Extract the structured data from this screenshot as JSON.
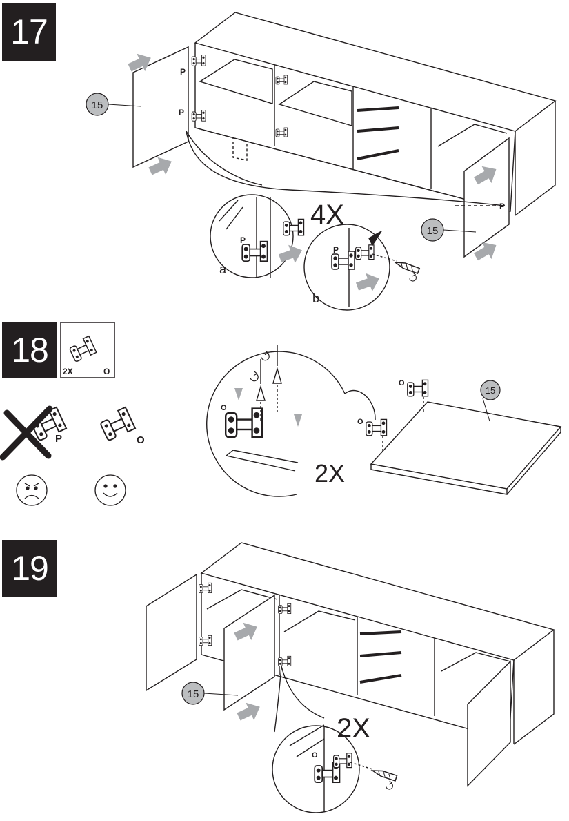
{
  "steps": [
    {
      "number": "17",
      "part_label": "15",
      "hinge_label": "P",
      "multiplier": "4X",
      "detail_a": "a",
      "detail_b": "b"
    },
    {
      "number": "18",
      "kit_quantity": "2X",
      "kit_label": "O",
      "wrong_hinge_label": "P",
      "right_hinge_label": "O",
      "detail_hinge_label": "O",
      "multiplier": "2X",
      "part_label": "15"
    },
    {
      "number": "19",
      "part_label": "15",
      "detail_hinge_label": "O",
      "multiplier": "2X"
    }
  ],
  "colors": {
    "badge": "#231f20",
    "arrow": "#a7a9ac",
    "part_bubble": "#bcbec0",
    "line": "#231f20"
  },
  "icons": [
    "push-arrow-icon",
    "hinge-icon",
    "screwdriver-icon",
    "rotate-icon",
    "sad-face-icon",
    "smile-face-icon",
    "cross-icon"
  ]
}
